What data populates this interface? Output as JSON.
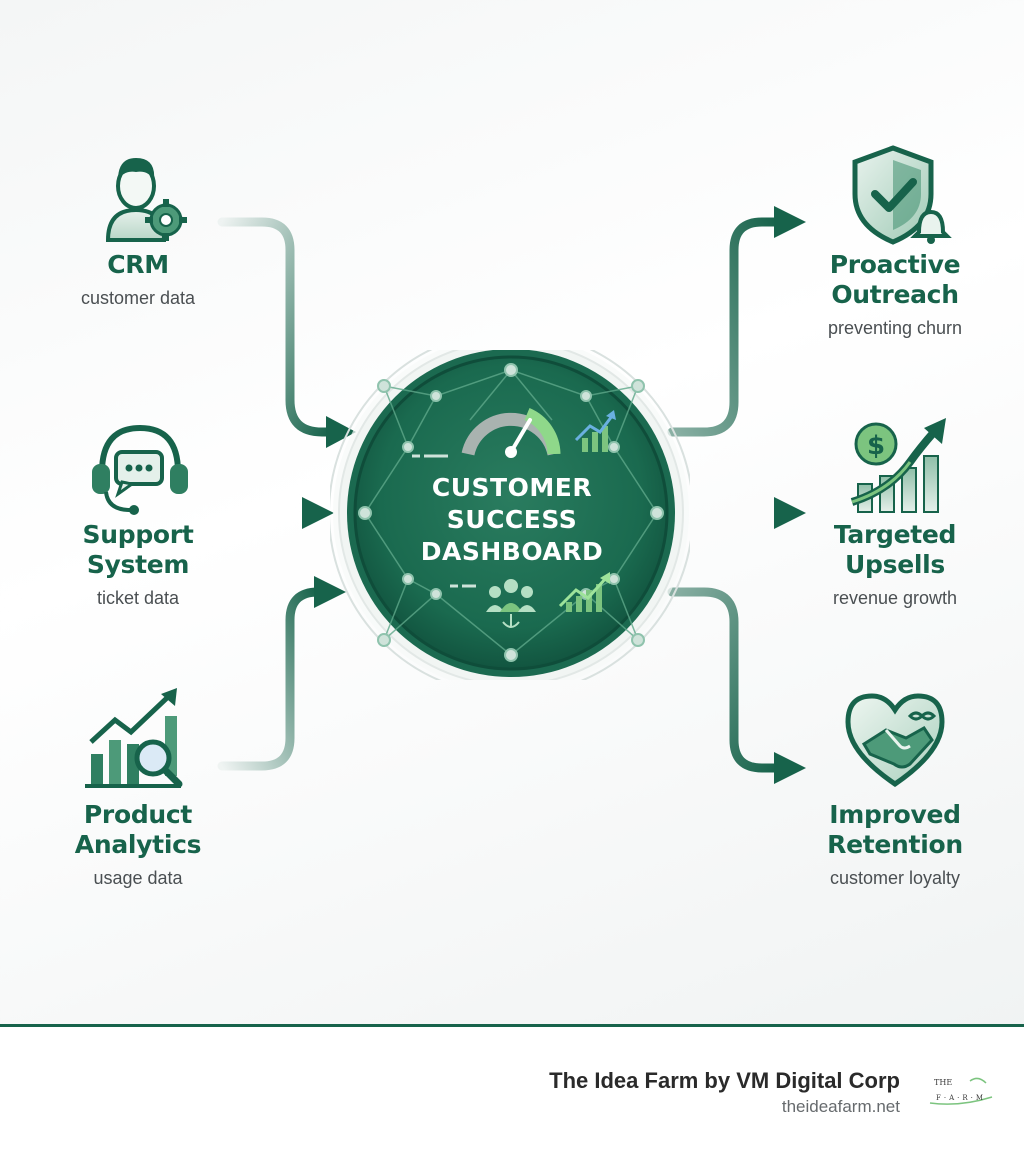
{
  "hub": {
    "title_lines": [
      "CUSTOMER",
      "SUCCESS",
      "DASHBOARD"
    ]
  },
  "inputs": [
    {
      "title_lines": [
        "CRM"
      ],
      "subtitle": "customer data",
      "icon": "user-gear-icon"
    },
    {
      "title_lines": [
        "Support",
        "System"
      ],
      "subtitle": "ticket data",
      "icon": "headset-chat-icon"
    },
    {
      "title_lines": [
        "Product",
        "Analytics"
      ],
      "subtitle": "usage data",
      "icon": "bar-chart-magnifier-icon"
    }
  ],
  "outputs": [
    {
      "title_lines": [
        "Proactive",
        "Outreach"
      ],
      "subtitle": "preventing churn",
      "icon": "shield-check-bell-icon"
    },
    {
      "title_lines": [
        "Targeted",
        "Upsells"
      ],
      "subtitle": "revenue growth",
      "icon": "dollar-growth-chart-icon"
    },
    {
      "title_lines": [
        "Improved",
        "Retention"
      ],
      "subtitle": "customer loyalty",
      "icon": "heart-handshake-icon"
    }
  ],
  "footer": {
    "company": "The Idea Farm by VM Digital Corp",
    "website": "theideafarm.net",
    "logo_text": "THE F·A·R·M"
  },
  "colors": {
    "primary": "#17634b",
    "primary_dark": "#0f4d3a",
    "accent_light": "#7cc47f",
    "text_gray": "#4a4f52"
  }
}
